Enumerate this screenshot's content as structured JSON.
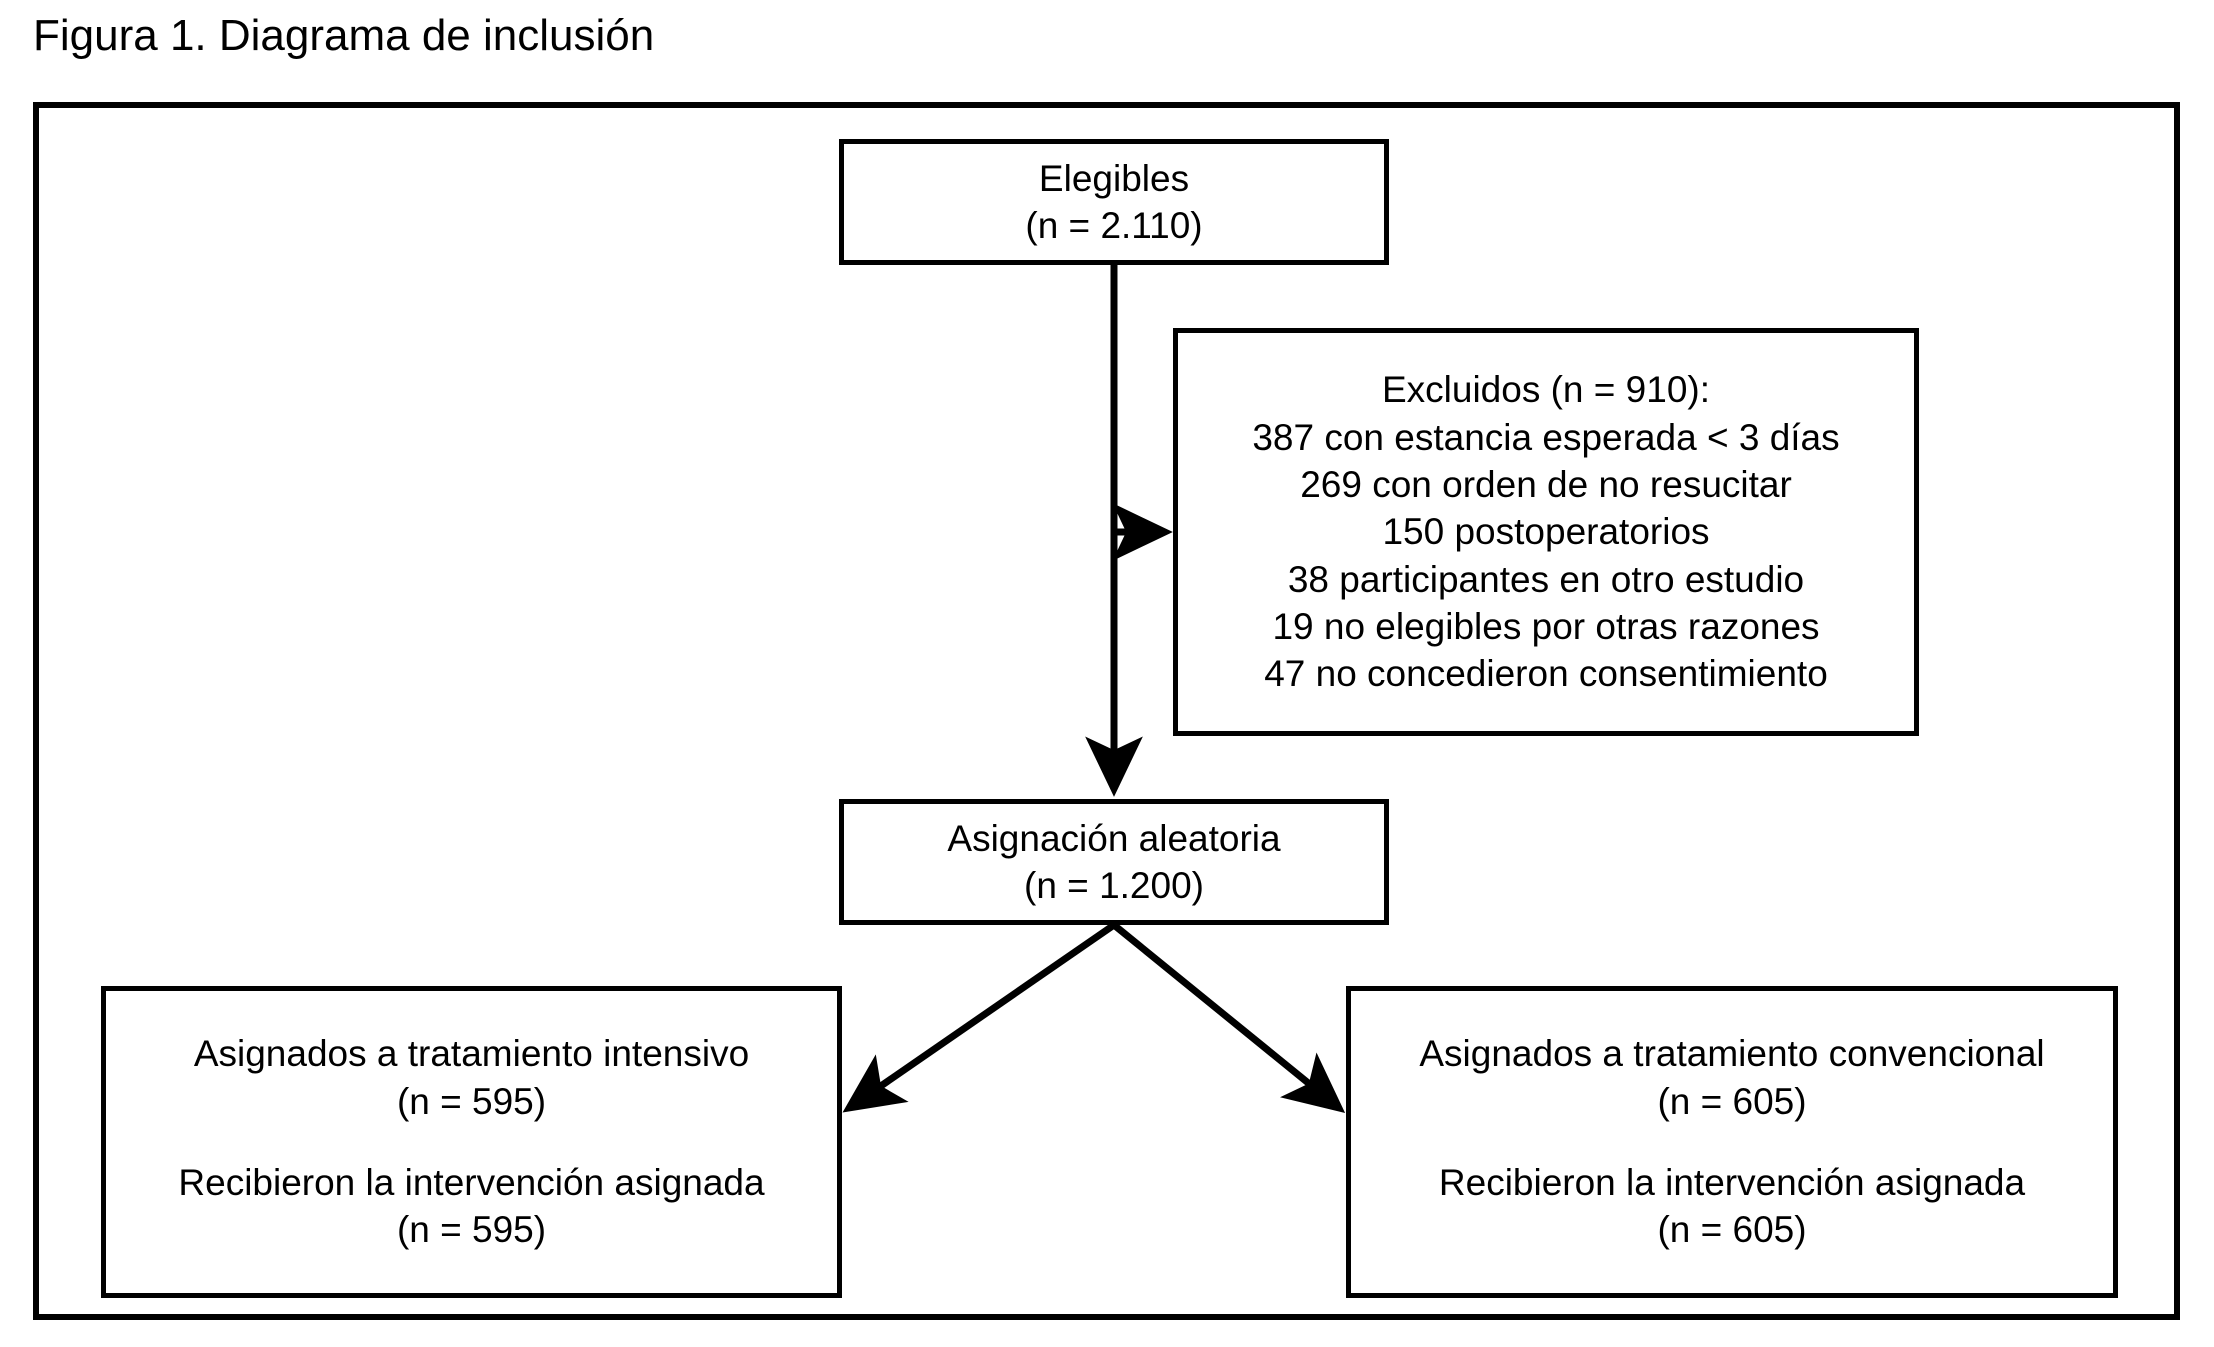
{
  "figure": {
    "title": "Figura 1. Diagrama de inclusión",
    "colors": {
      "stroke": "#000000",
      "background": "#ffffff",
      "text": "#000000"
    }
  },
  "chart_data": {
    "type": "diagram",
    "title": "Figura 1. Diagrama de inclusión",
    "diagram_kind": "consort-flow-diagram",
    "nodes": [
      {
        "id": "eligible",
        "lines": [
          "Elegibles",
          "(n = 2.110)"
        ],
        "n": 2110
      },
      {
        "id": "excluded",
        "lines": [
          "Excluidos (n = 910):",
          "387 con estancia esperada < 3 días",
          "269 con orden de no resucitar",
          "150 postoperatorios",
          "38 participantes en otro estudio",
          "19 no elegibles por otras razones",
          "47 no concedieron consentimiento"
        ],
        "n": 910,
        "reasons": [
          {
            "count": 387,
            "label": "con estancia esperada < 3 días"
          },
          {
            "count": 269,
            "label": "con orden de no resucitar"
          },
          {
            "count": 150,
            "label": "postoperatorios"
          },
          {
            "count": 38,
            "label": "participantes en otro estudio"
          },
          {
            "count": 19,
            "label": "no elegibles por otras razones"
          },
          {
            "count": 47,
            "label": "no concedieron consentimiento"
          }
        ]
      },
      {
        "id": "randomized",
        "lines": [
          "Asignación aleatoria",
          "(n = 1.200)"
        ],
        "n": 1200
      },
      {
        "id": "arm-left",
        "lines": [
          "Asignados a tratamiento intensivo",
          "(n = 595)",
          "",
          "Recibieron la intervención asignada",
          "(n = 595)"
        ],
        "assigned_n": 595,
        "received_n": 595
      },
      {
        "id": "arm-right",
        "lines": [
          "Asignados a tratamiento convencional",
          "(n = 605)",
          "",
          "Recibieron la intervención asignada",
          "(n = 605)"
        ],
        "assigned_n": 605,
        "received_n": 605
      }
    ],
    "edges": [
      {
        "from": "eligible",
        "to": "excluded",
        "direction": "right"
      },
      {
        "from": "eligible",
        "to": "randomized",
        "direction": "down"
      },
      {
        "from": "randomized",
        "to": "arm-left",
        "direction": "down-left"
      },
      {
        "from": "randomized",
        "to": "arm-right",
        "direction": "down-right"
      }
    ]
  },
  "boxes": {
    "eligible": {
      "line1": "Elegibles",
      "line2": "(n = 2.110)"
    },
    "excluded": {
      "line1": "Excluidos (n = 910):",
      "line2": "387 con estancia esperada < 3 días",
      "line3": "269 con orden de no resucitar",
      "line4": "150 postoperatorios",
      "line5": "38 participantes en otro estudio",
      "line6": "19 no elegibles por otras razones",
      "line7": "47 no concedieron consentimiento"
    },
    "randomized": {
      "line1": "Asignación aleatoria",
      "line2": "(n = 1.200)"
    },
    "arm_left": {
      "line1": "Asignados a tratamiento intensivo",
      "line2": "(n = 595)",
      "line3": "Recibieron la intervención asignada",
      "line4": "(n = 595)"
    },
    "arm_right": {
      "line1": "Asignados a tratamiento convencional",
      "line2": "(n = 605)",
      "line3": "Recibieron la intervención asignada",
      "line4": "(n = 605)"
    }
  }
}
